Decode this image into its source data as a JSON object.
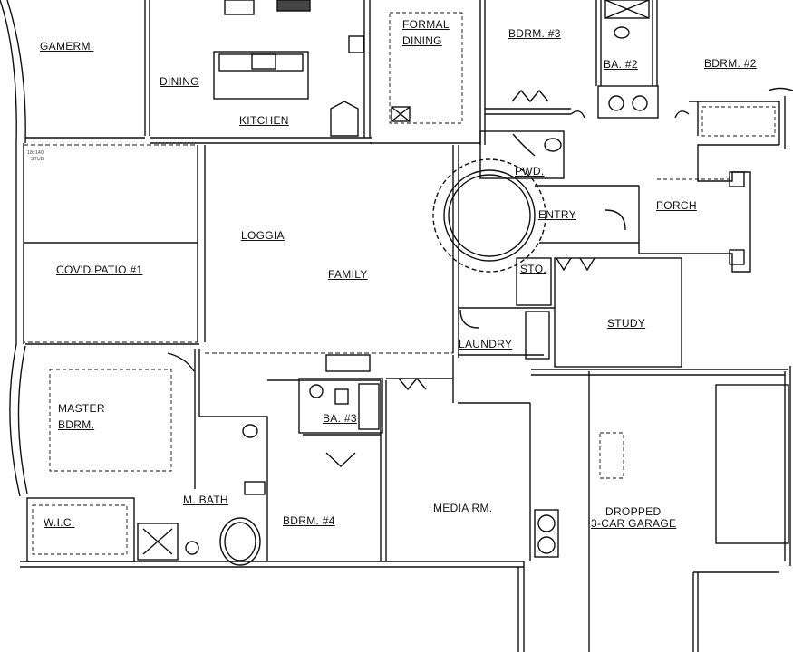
{
  "rooms": {
    "gameroom": "GAMERM.",
    "dining": "DINING",
    "kitchen": "KITCHEN",
    "formal_dining_1": "FORMAL",
    "formal_dining_2": "DINING",
    "bdrm3": "BDRM. #3",
    "ba2": "BA. #2",
    "bdrm2": "BDRM. #2",
    "pwd": "PWD.",
    "entry": "ENTRY",
    "porch": "PORCH",
    "loggia": "LOGGIA",
    "family": "FAMILY",
    "covd_patio": "COV'D PATIO #1",
    "sto": "STO.",
    "study": "STUDY",
    "laundry": "LAUNDRY",
    "master_1": "MASTER",
    "master_2": "BDRM.",
    "ba3": "BA. #3",
    "m_bath": "M. BATH",
    "wic": "W.I.C.",
    "bdrm4": "BDRM. #4",
    "media": "MEDIA RM.",
    "garage_1": "DROPPED",
    "garage_2": "3-CAR GARAGE"
  },
  "notes": {
    "stub_1": "18x140",
    "stub_2": "STUB"
  }
}
